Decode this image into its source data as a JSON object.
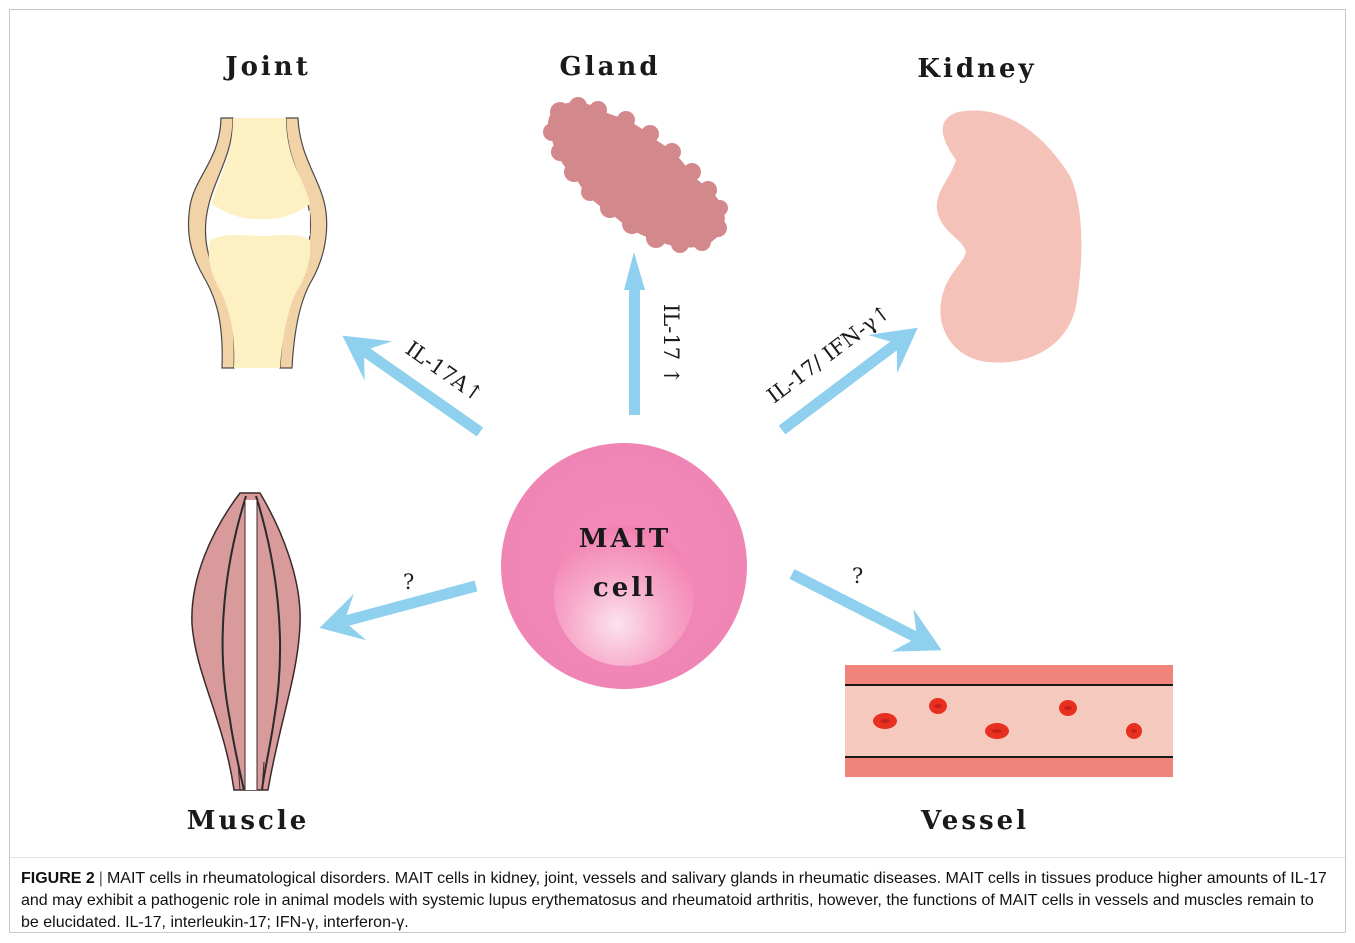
{
  "labels": {
    "joint": "Joint",
    "gland": "Gland",
    "kidney": "Kidney",
    "muscle": "Muscle",
    "vessel": "Vessel",
    "cell_line1": "MAIT",
    "cell_line2": "cell"
  },
  "arrows": {
    "joint": "IL-17A↑",
    "gland": "IL-17 ↑",
    "kidney": "IL-17/ IFN-γ↑",
    "muscle": "?",
    "vessel": "?"
  },
  "caption": {
    "figure_number": "FIGURE 2",
    "separator": "|",
    "text": "MAIT cells in rheumatological disorders. MAIT cells in kidney, joint, vessels and salivary glands in rheumatic diseases. MAIT cells in tissues produce higher amounts of IL-17 and may exhibit a pathogenic role in animal models with systemic lupus erythematosus and rheumatoid arthritis, however, the functions of MAIT cells in vessels and muscles remain to be elucidated. IL-17, interleukin-17; IFN-γ, interferon-γ."
  },
  "colors": {
    "arrow": "#8fd0ee",
    "cell": "#f08cb6",
    "gland": "#d3898b",
    "kidney": "#f4c2b8",
    "joint_bone": "#fdf0c0",
    "joint_cartilage": "#f2d3a8",
    "muscle": "#d89a9a",
    "vessel_wall": "#f0837a",
    "vessel_lumen": "#f6c9be",
    "rbc": "#e83020"
  }
}
